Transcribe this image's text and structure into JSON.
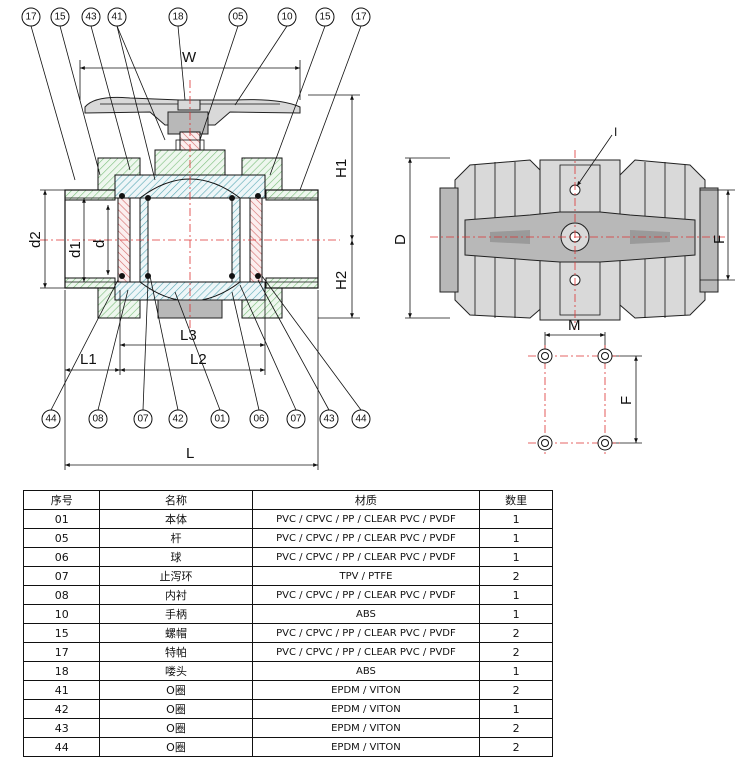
{
  "callouts_top": [
    "17",
    "15",
    "43",
    "41",
    "18",
    "05",
    "10",
    "15",
    "17"
  ],
  "callouts_bottom": [
    "44",
    "08",
    "07",
    "42",
    "01",
    "06",
    "07",
    "43",
    "44"
  ],
  "dimensions": {
    "w": "W",
    "h1": "H1",
    "h2": "H2",
    "d": "D",
    "d2": "d2",
    "d1": "d1",
    "d_small": "d",
    "l1": "L1",
    "l2": "L2",
    "l3": "L3",
    "l": "L",
    "f": "F",
    "m": "M",
    "i": "I"
  },
  "table": {
    "headers": [
      "序号",
      "名称",
      "材质",
      "数里"
    ],
    "rows": [
      [
        "01",
        "本体",
        "PVC / CPVC / PP / CLEAR PVC / PVDF",
        "1"
      ],
      [
        "05",
        "杆",
        "PVC / CPVC / PP / CLEAR PVC / PVDF",
        "1"
      ],
      [
        "06",
        "球",
        "PVC / CPVC / PP / CLEAR PVC / PVDF",
        "1"
      ],
      [
        "07",
        "止泻环",
        "TPV / PTFE",
        "2"
      ],
      [
        "08",
        "内衬",
        "PVC / CPVC / PP / CLEAR PVC / PVDF",
        "1"
      ],
      [
        "10",
        "手柄",
        "ABS",
        "1"
      ],
      [
        "15",
        "螺帽",
        "PVC / CPVC / PP / CLEAR PVC / PVDF",
        "2"
      ],
      [
        "17",
        "特帕",
        "PVC / CPVC / PP / CLEAR PVC / PVDF",
        "2"
      ],
      [
        "18",
        "喽头",
        "ABS",
        "1"
      ],
      [
        "41",
        "O圈",
        "EPDM / VITON",
        "2"
      ],
      [
        "42",
        "O圈",
        "EPDM / VITON",
        "1"
      ],
      [
        "43",
        "O圈",
        "EPDM / VITON",
        "2"
      ],
      [
        "44",
        "O圈",
        "EPDM / VITON",
        "2"
      ]
    ]
  }
}
